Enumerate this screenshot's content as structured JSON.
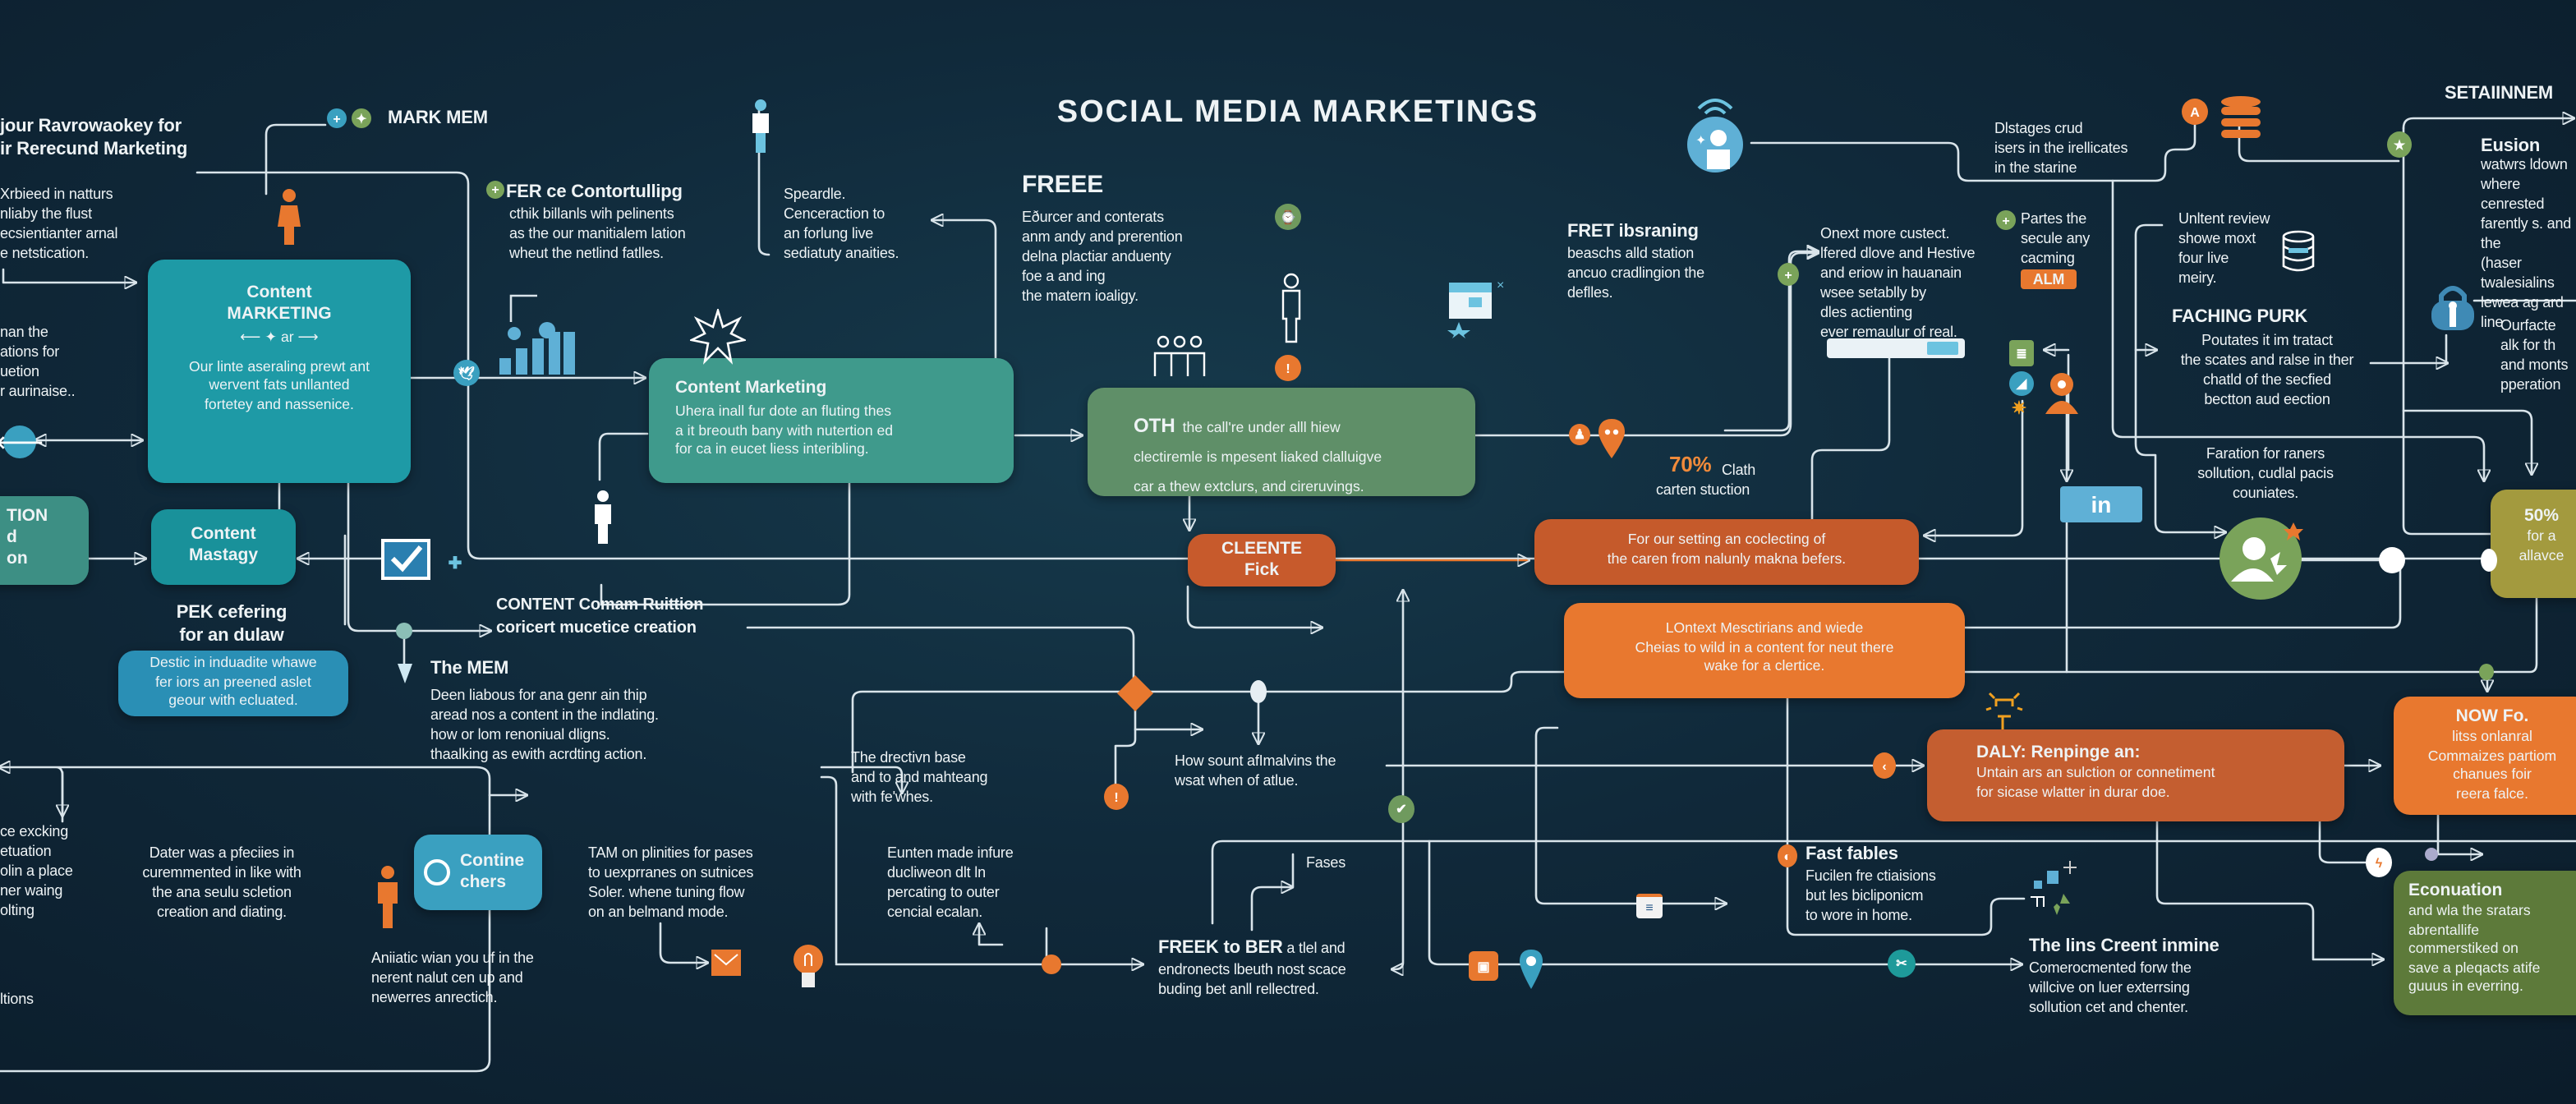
{
  "title": "SOCIAL MEDIA MARKETINGS",
  "colors": {
    "background": "#10293a",
    "teal": "#1e9aa6",
    "sea_green": "#3f9a8c",
    "green": "#5f8f68",
    "rust": "#c55a2b",
    "orange": "#e8782f",
    "olive": "#a39a3e",
    "moss": "#5d7a3a",
    "blue": "#2a8fb5",
    "connector": "#d9e4ea"
  },
  "boxes": {
    "content_marketing": {
      "title": "Content\nMARKETING",
      "sub": "⟵ ✦ ar ⟶",
      "body": "Our linte aseraling prewt ant\nwervent fats unllanted\nfortetey and nassenice."
    },
    "tion": {
      "body": "TION\nd\non"
    },
    "content_mastagy": {
      "title": "Content\nMastagy"
    },
    "destic": {
      "body": "Destic in induadite whawe\nfer iors an preened aslet\ngeour with ecluated."
    },
    "content_marketing_2": {
      "title": "Content Marketing",
      "body": "Uhera inall fur dote an fluting thes\na it breouth bany with nutertion ed\nfor ca in eucet liess interibling."
    },
    "oth": {
      "title": "OTH",
      "body": "the call're under alll hiew\nclectiremle is mpesent liaked clalluigve\ncar a thew extclurs, and cireruvings."
    },
    "cleente": {
      "title": "CLEENTE\nFick"
    },
    "for_our_setting": {
      "body": "For our setting an coclecting of\nthe caren from nalunly makna befers."
    },
    "lontext": {
      "body": "LOntext Mesctirians and wiede\nCheias to wild in a content for neut there\nwake for a clertice."
    },
    "daly": {
      "title": "DALY: Renpinge an:",
      "body": "Untain ars an sulction or connetiment\nfor sicase wlatter in durar doe."
    },
    "now_fo": {
      "title": "NOW Fo.",
      "body": "litss onlanral\nCommaizes partiom\nchanues foir\nreera falce."
    },
    "econuation": {
      "title": "Econuation",
      "body": "and wla the sratars\nabrentallife\ncommerstiked on\nsave a pleqacts atife\nguuus in everring."
    },
    "fifty": {
      "title": "50%",
      "body": "for a\nallavce"
    },
    "contine": {
      "title": "Contine\nchers"
    }
  },
  "texts": {
    "intro_title": "jour Ravrowaokey for\nir Rerecund Marketing",
    "intro_body": "Xrbieed in natturs\nnliaby the flust\necsientianter arnal\ne netstication.",
    "left_mid": "nan the\nations for\nuetion\nr aurinaise..",
    "mark_mem": "MARK MEM",
    "fer_title": "FER ce Contortullipg",
    "fer_body": "cthik billanls wih pelinents\nas the our manitialem lation\nwheut the netlind fatlles.",
    "speardle": "Speardle.\nCenceraction to\nan forlung live\nsediatuty anaities.",
    "freee_title": "FREEE",
    "freee_body": "Eðurcer and conterats\nanm andy and prerention\ndelna plactiar anduenty\nfoe a and ing\nthe matern ioaligy.",
    "fret_title": "FRET ibsraning",
    "fret_body": "beaschs alld station\nancuo cradlingion the\ndeflles.",
    "distages": "Dlstages crud\nisers in the irellicates\nin the starine",
    "setainnem": "SETAIINNEM",
    "onext": "Onext more custect.\nlfered dlove and Hestive\nand eriow in hauanain\nwsee setablly by\ndles actienting\never remaulur of real.",
    "partes": "Partes the\nsecule any\ncacming",
    "alm_badge": "ALM",
    "unitent": "Unltent review\nshowe moxt\nfour live\nmeiry.",
    "faching_title": "FACHING PURK",
    "faching_body": "Poutates it im tratact\nthe scates and ralse in ther\nchatld of the secfied\nbectton aud eection",
    "eusion_title": "Eusion",
    "eusion_body": "watwrs ldown\nwhere cenrested\nfarently s. and the\n(haser twalesialins\nlewea ag ard line",
    "ourfacte": "Ourfacte\nalk for th\nand monts\npperation",
    "seventy_value": "70%",
    "seventy_label": "Clath\ncarten stuction",
    "faration": "Faration for raners\nsollution, cudlal pacis\ncouniates.",
    "pek": "PEK cefering\nfor an dulaw",
    "content_comam": "CONTENT Comam Ruittion\ncoricert mucetice creation",
    "the_mem_title": "The MEM",
    "the_mem_body": "Deen liabous for ana genr ain thip\naread nos a content in the indlating.\nhow or lom renoniual dligns.\nthaalking as ewith acrdting action.",
    "left_low": "ce excking\netuation\nolin a place\nner waing\nolting",
    "dater": "Dater was a pfeciies in\ncuremmented in like with\nthe ana seulu scletion\ncreation and diating.",
    "ltions": "ltions",
    "aniiatic": "Aniiatic wian you uf in the\nnerent nalut cen up and\nnewerres anrectich.",
    "tam": "TAM on plinities for pases\nto uexprranes on sutnices\nSoler. whene tuning flow\non an belmand mode.",
    "directivn": "The drectivn base\nand to and mahteang\nwith fe'whes.",
    "eunten": "Eunten made infure\nducliweon dlt ln\npercating to outer\ncencial ecalan.",
    "how_sount": "How sount afImalvins the\nwsat when of atlue.",
    "fases": "Fases",
    "freek_title": "FREEK to BER",
    "freek_body": " a tlel and\nendronects lbeuth nost scace\nbuding bet anll rellectred.",
    "fast_title": "Fast fables",
    "fast_body": "Fucilen fre ctiaisions\nbut les bicliponicm\nto wore in home.",
    "lins_title": "The lins Creent inmine",
    "lins_body": "Comerocmented forw the\nwillcive on luer exterrsing\nsollution cet and chenter."
  },
  "icons": [
    "person-icon",
    "twitter-icon",
    "bar-chart-icon",
    "starburst-icon",
    "people-group-icon",
    "clock-icon",
    "alert-icon",
    "folder-image-icon",
    "database-icon",
    "linkedin-icon",
    "lock-icon",
    "user-circle-icon",
    "checkbox-icon",
    "lightbulb-icon",
    "envelope-icon",
    "map-pin-icon",
    "globe-user-icon",
    "calendar-icon",
    "search-bar-icon"
  ]
}
